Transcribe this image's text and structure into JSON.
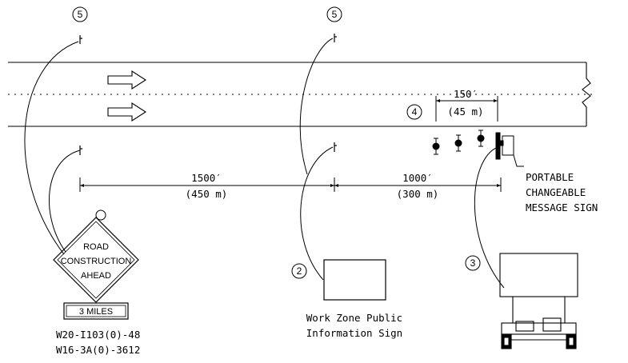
{
  "callouts": {
    "c5_left": "5",
    "c5_mid": "5",
    "c4": "4",
    "c2": "2",
    "c3": "3"
  },
  "dimensions": {
    "d150_ft": "150′",
    "d150_m": "(45 m)",
    "d1500_ft": "1500′",
    "d1500_m": "(450 m)",
    "d1000_ft": "1000′",
    "d1000_m": "(300 m)"
  },
  "signs": {
    "road_line1": "ROAD",
    "road_line2": "CONSTRUCTION",
    "road_line3": "AHEAD",
    "plaque": "3 MILES",
    "code1": "W20-I103(0)-48",
    "code2": "W16-3A(0)-3612"
  },
  "labels": {
    "pcms_line1": "PORTABLE",
    "pcms_line2": "CHANGEABLE",
    "pcms_line3": "MESSAGE SIGN",
    "wz_line1": "Work Zone Public",
    "wz_line2": "Information Sign"
  }
}
